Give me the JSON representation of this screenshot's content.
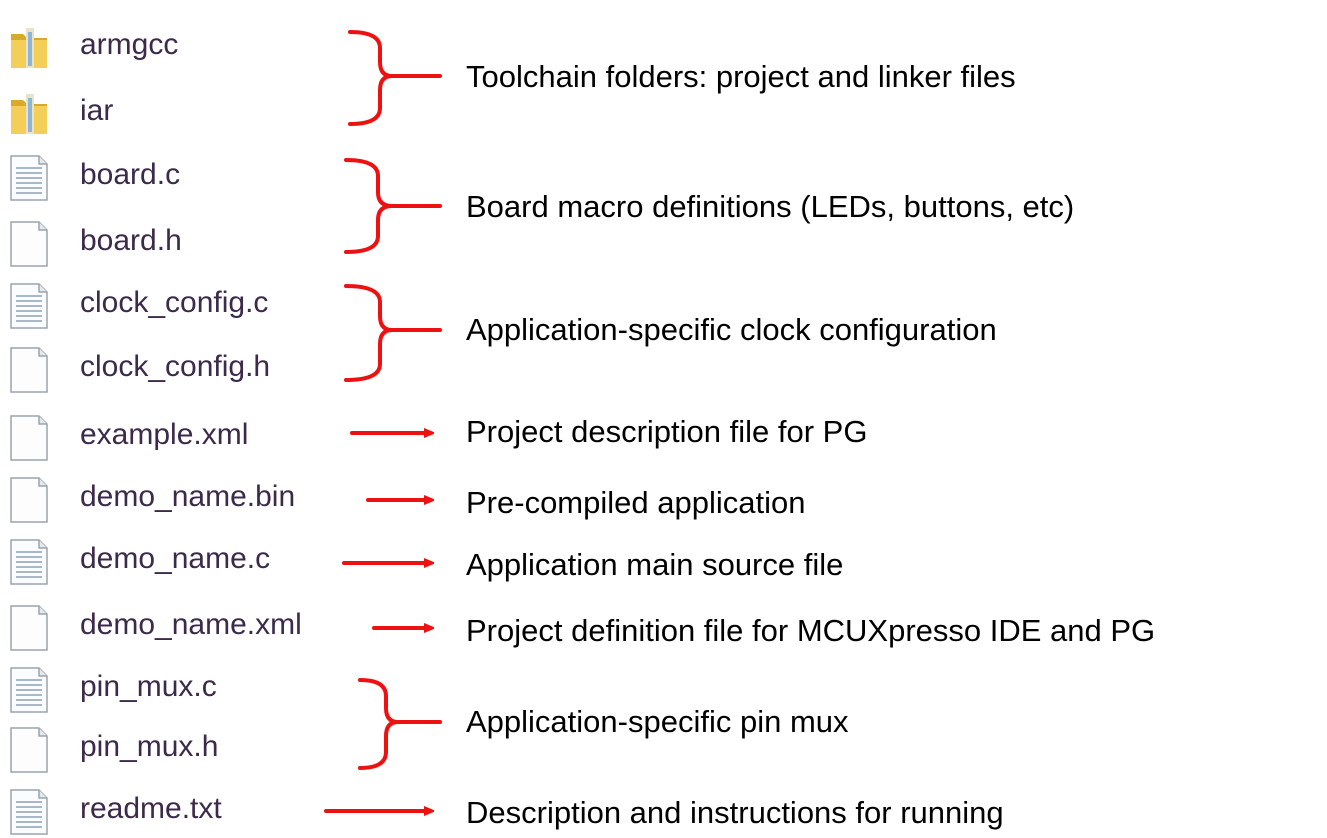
{
  "files": [
    {
      "name": "armgcc",
      "icon": "folder-icon"
    },
    {
      "name": "iar",
      "icon": "folder-icon"
    },
    {
      "name": "board.c",
      "icon": "text-file-icon"
    },
    {
      "name": "board.h",
      "icon": "blank-file-icon"
    },
    {
      "name": "clock_config.c",
      "icon": "text-file-icon"
    },
    {
      "name": "clock_config.h",
      "icon": "blank-file-icon"
    },
    {
      "name": "example.xml",
      "icon": "blank-file-icon"
    },
    {
      "name": "demo_name.bin",
      "icon": "blank-file-icon"
    },
    {
      "name": "demo_name.c",
      "icon": "text-file-icon"
    },
    {
      "name": "demo_name.xml",
      "icon": "blank-file-icon"
    },
    {
      "name": "pin_mux.c",
      "icon": "text-file-icon"
    },
    {
      "name": "pin_mux.h",
      "icon": "blank-file-icon"
    },
    {
      "name": "readme.txt",
      "icon": "text-file-icon"
    }
  ],
  "descriptions": {
    "toolchain": "Toolchain folders: project and linker files",
    "board": "Board macro definitions (LEDs, buttons, etc)",
    "clock": "Application-specific clock configuration",
    "example_xml": "Project description file for PG",
    "demo_bin": "Pre-compiled application",
    "demo_c": "Application main source file",
    "demo_xml": "Project definition file for MCUXpresso IDE and PG",
    "pin_mux": "Application-specific pin mux",
    "readme": "Description and instructions for running"
  },
  "colors": {
    "annotation": "#ee1111",
    "filename_text": "#3b2a4a",
    "description_text": "#000000",
    "folder": "#e8c04a"
  }
}
